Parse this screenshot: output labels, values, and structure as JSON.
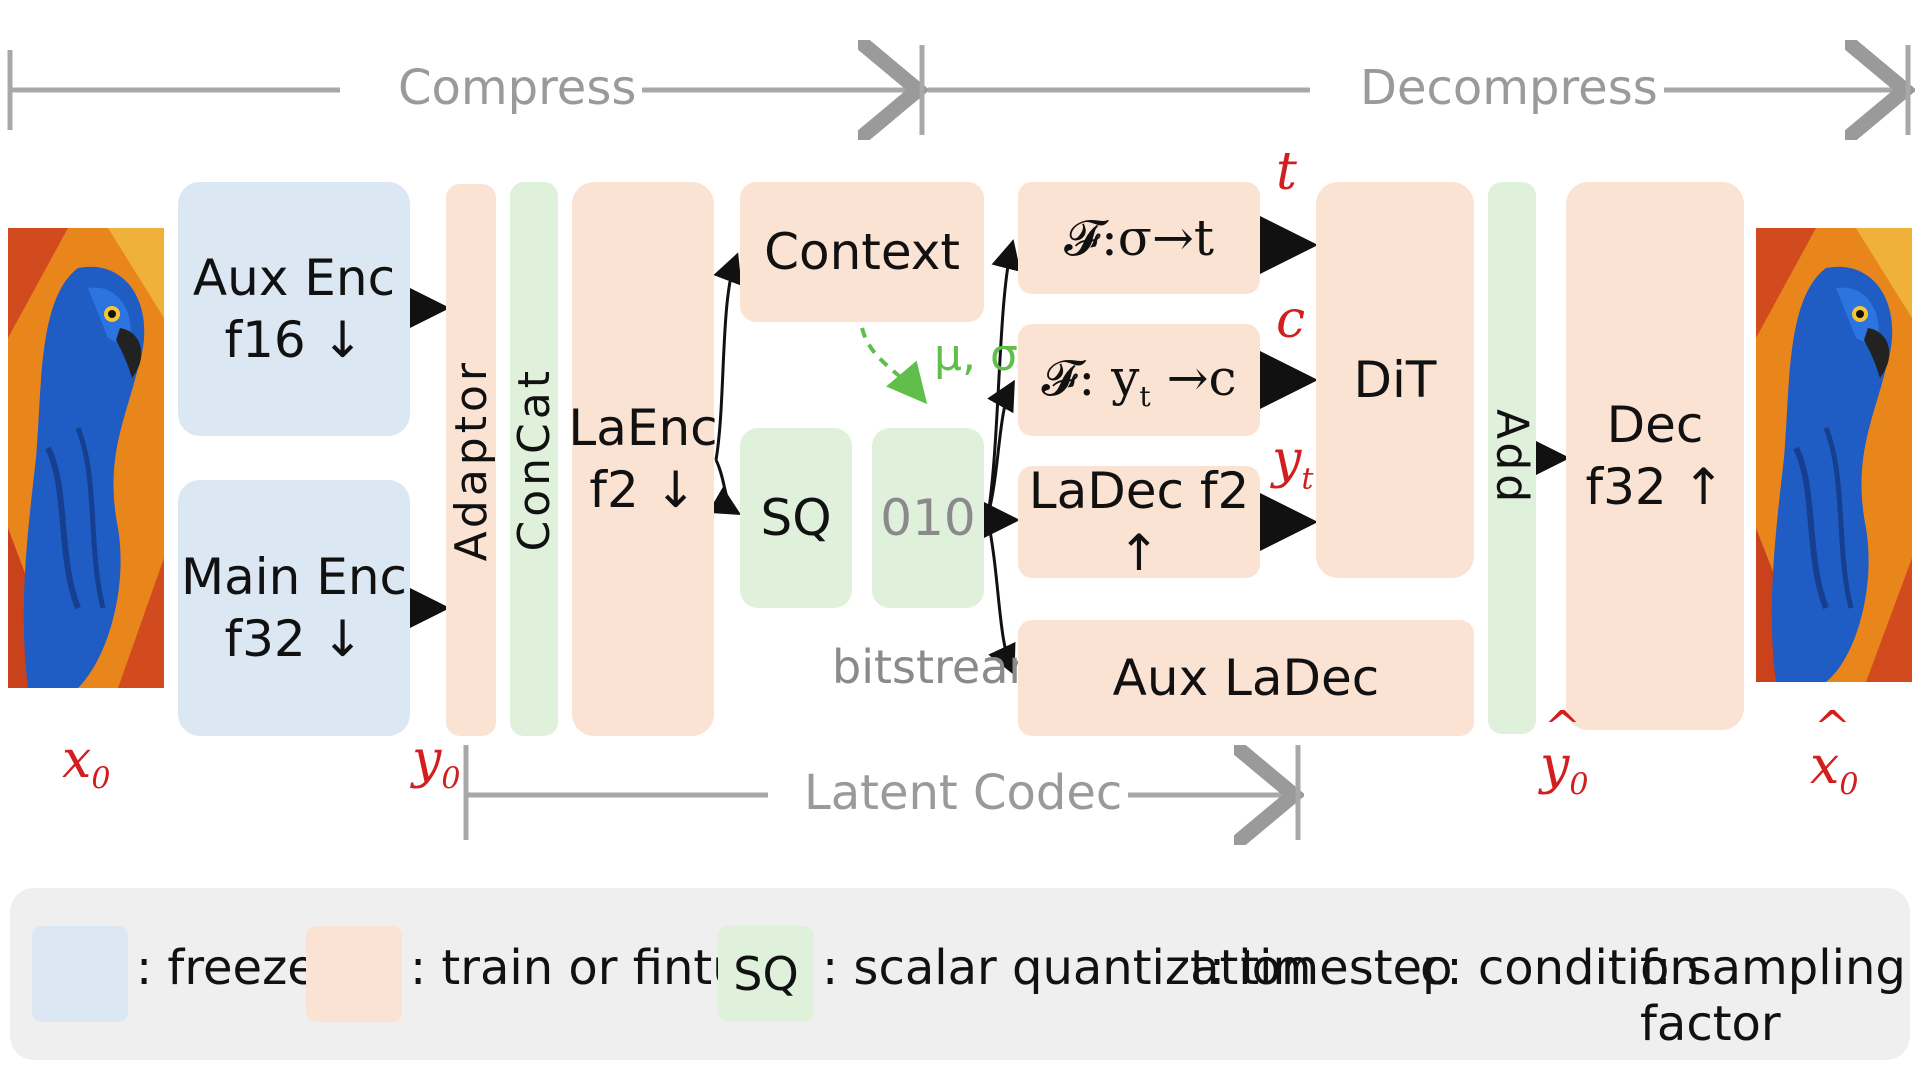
{
  "phases": {
    "compress": "Compress",
    "decompress": "Decompress",
    "latent_codec": "Latent Codec"
  },
  "blocks": {
    "aux_enc": [
      "Aux Enc",
      "f16 ↓"
    ],
    "main_enc": [
      "Main Enc",
      "f32 ↓"
    ],
    "adaptor": "Adaptor",
    "concat": "ConCat",
    "laenc": [
      "LaEnc",
      "f2 ↓"
    ],
    "context": "Context",
    "sq": "SQ",
    "bits": "010",
    "bitstream": "bitstream",
    "mu_sigma": "μ, σ",
    "f_sigma_t": "𝓕:σ→t",
    "f_yt_c": "𝓕: y",
    "f_yt_c_sub": "t",
    "f_yt_c_tail": " →c",
    "ladec": "LaDec f2 ↑",
    "aux_ladec": "Aux LaDec",
    "dit": "DiT",
    "add": "Add",
    "dec": [
      "Dec",
      "f32 ↑"
    ]
  },
  "labels": {
    "x0": "x",
    "x0_sub": "0",
    "y0": "y",
    "y0_sub": "0",
    "y0_hat": "y",
    "y0_hat_sub": "0",
    "x0_hat": "x",
    "x0_hat_sub": "0",
    "t": "t",
    "c": "c",
    "yt": "y",
    "yt_sub": "t"
  },
  "legend": {
    "freeze": ": freeze",
    "train": ": train or fintune",
    "sq_box": "SQ",
    "sq": ": scalar quantization",
    "t": "t: timestep",
    "c": "c: condition",
    "f": "f: sampling factor"
  },
  "colors": {
    "freeze": "#dbe7f3",
    "train": "#fbe3d4",
    "quant": "#dff0db",
    "label_red": "#d21e1e",
    "mu_sigma_green": "#5fbf4a",
    "phase_gray": "#9a9a9a"
  },
  "icons": [
    "parrot-image-icon"
  ]
}
